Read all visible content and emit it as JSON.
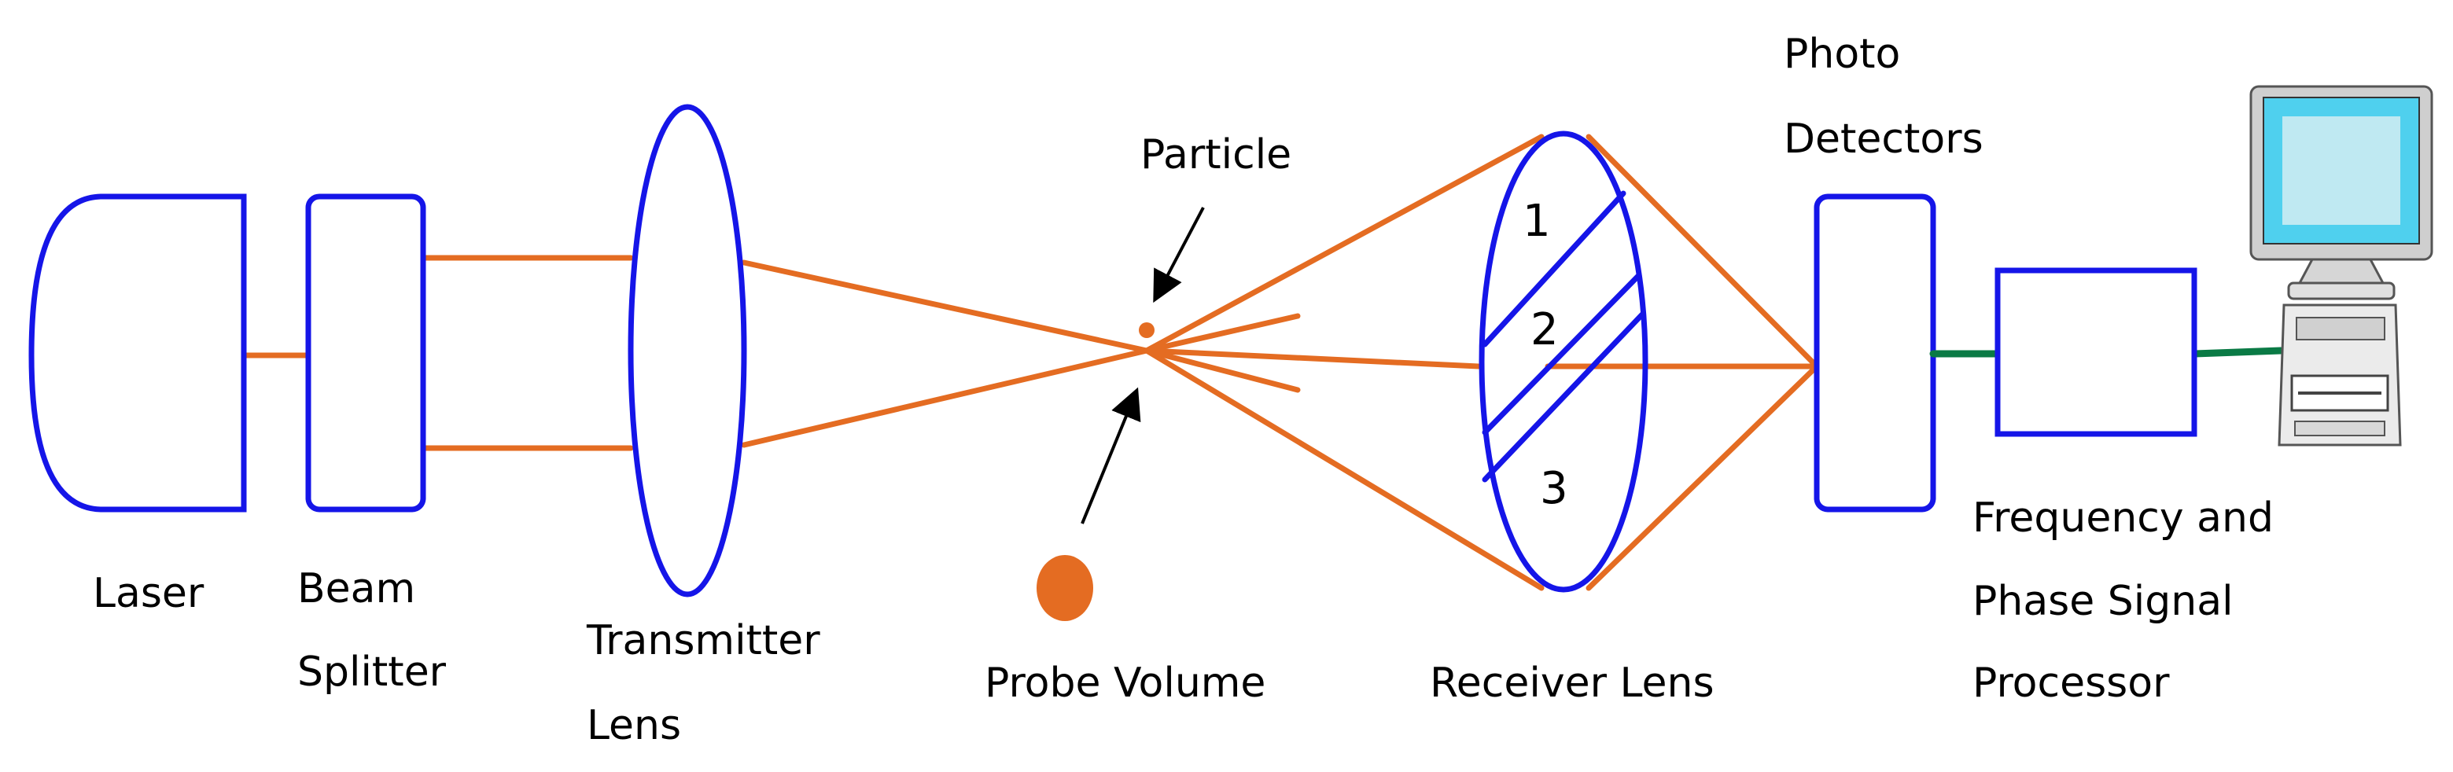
{
  "labels": {
    "laser": "Laser",
    "beam_splitter_1": "Beam",
    "beam_splitter_2": "Splitter",
    "transmitter_lens_1": "Transmitter",
    "transmitter_lens_2": "Lens",
    "particle": "Particle",
    "probe_volume": "Probe Volume",
    "receiver_lens": "Receiver Lens",
    "photo_detectors_1": "Photo",
    "photo_detectors_2": "Detectors",
    "processor_1": "Frequency and",
    "processor_2": "Phase Signal",
    "processor_3": "Processor"
  },
  "aperture_numbers": [
    "1",
    "2",
    "3"
  ],
  "colors": {
    "component_outline": "#1515e8",
    "laser_beam": "#e46c22",
    "particle": "#e46c22",
    "signal_line": "#0a7a45",
    "arrow": "#000000",
    "monitor_screen": "#4fd0ee"
  }
}
